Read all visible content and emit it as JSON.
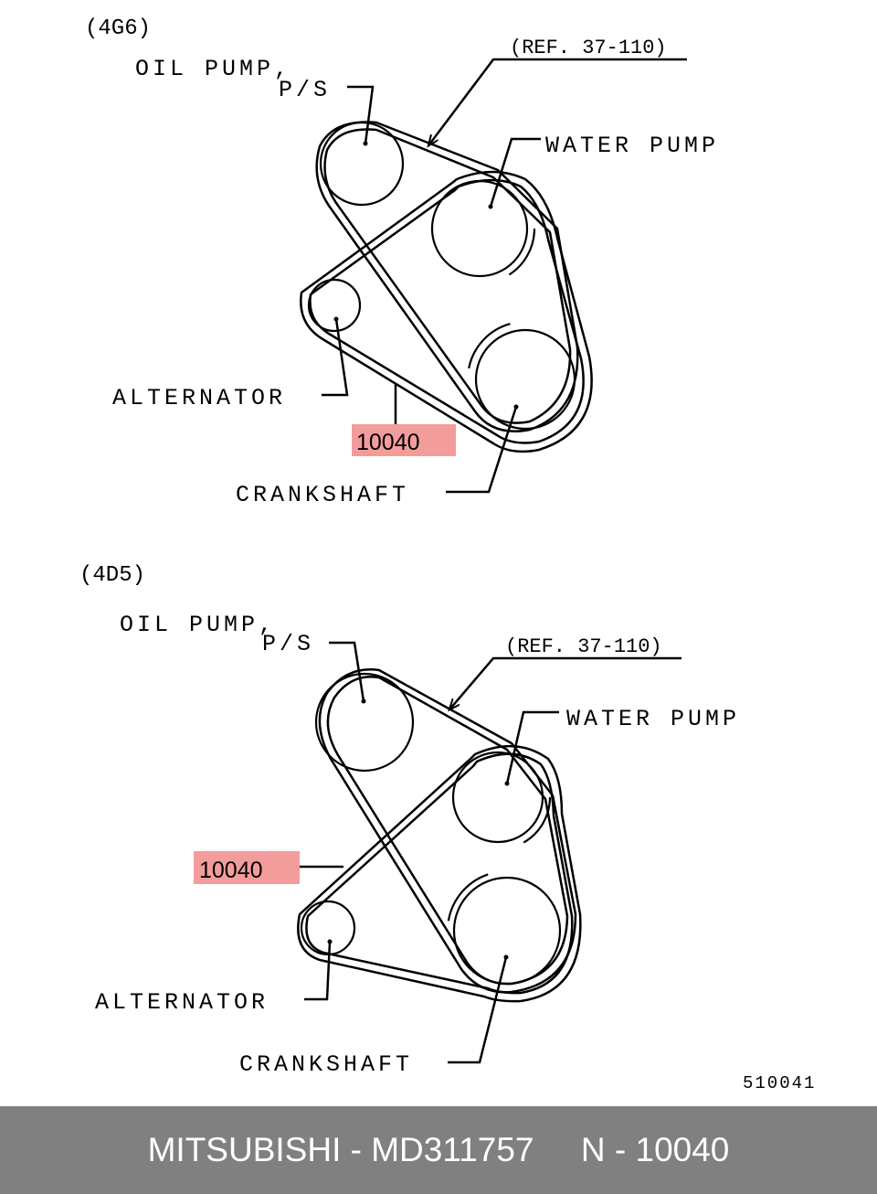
{
  "diagrams": [
    {
      "engine": "(4G6)",
      "labels": {
        "oil_pump_1": "OIL PUMP,",
        "oil_pump_2": "P/S",
        "ref": "(REF. 37-110)",
        "water_pump": "WATER PUMP",
        "alternator": "ALTERNATOR",
        "part": "10040",
        "crankshaft": "CRANKSHAFT"
      }
    },
    {
      "engine": "(4D5)",
      "labels": {
        "oil_pump_1": "OIL PUMP,",
        "oil_pump_2": "P/S",
        "ref": "(REF. 37-110)",
        "water_pump": "WATER PUMP",
        "alternator": "ALTERNATOR",
        "part": "10040",
        "crankshaft": "CRANKSHAFT"
      }
    }
  ],
  "drawing_code": "510041",
  "footer": {
    "text": "MITSUBISHI - MD311757     N - 10040"
  },
  "colors": {
    "highlight": "#f39c9c",
    "footer_bg": "#808080",
    "footer_text": "#ffffff"
  }
}
